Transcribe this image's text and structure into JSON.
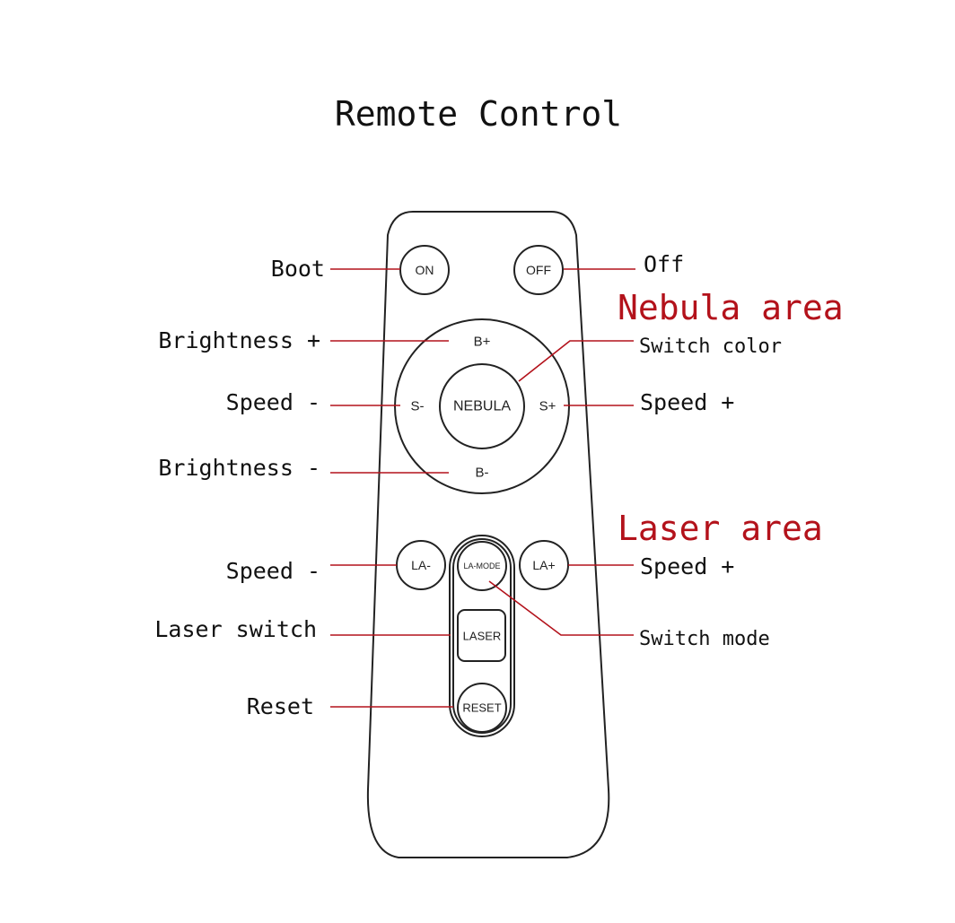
{
  "title": "Remote Control",
  "areas": {
    "nebula": "Nebula area",
    "laser": "Laser area"
  },
  "buttons": {
    "on": "ON",
    "off": "OFF",
    "b_plus": "B+",
    "b_minus": "B-",
    "s_minus": "S-",
    "s_plus": "S+",
    "nebula": "NEBULA",
    "la_minus": "LA-",
    "la_plus": "LA+",
    "la_mode": "LA-MODE",
    "laser": "LASER",
    "reset": "RESET"
  },
  "labels": {
    "boot": "Boot",
    "off": "Off",
    "brightness_plus": "Brightness +",
    "switch_color": "Switch color",
    "speed_minus_nebula": "Speed -",
    "speed_plus_nebula": "Speed +",
    "brightness_minus": "Brightness -",
    "speed_minus_laser": "Speed -",
    "speed_plus_laser": "Speed +",
    "laser_switch": "Laser switch",
    "switch_mode": "Switch mode",
    "reset": "Reset"
  },
  "colors": {
    "accent": "#b3121b",
    "outline": "#222222"
  }
}
